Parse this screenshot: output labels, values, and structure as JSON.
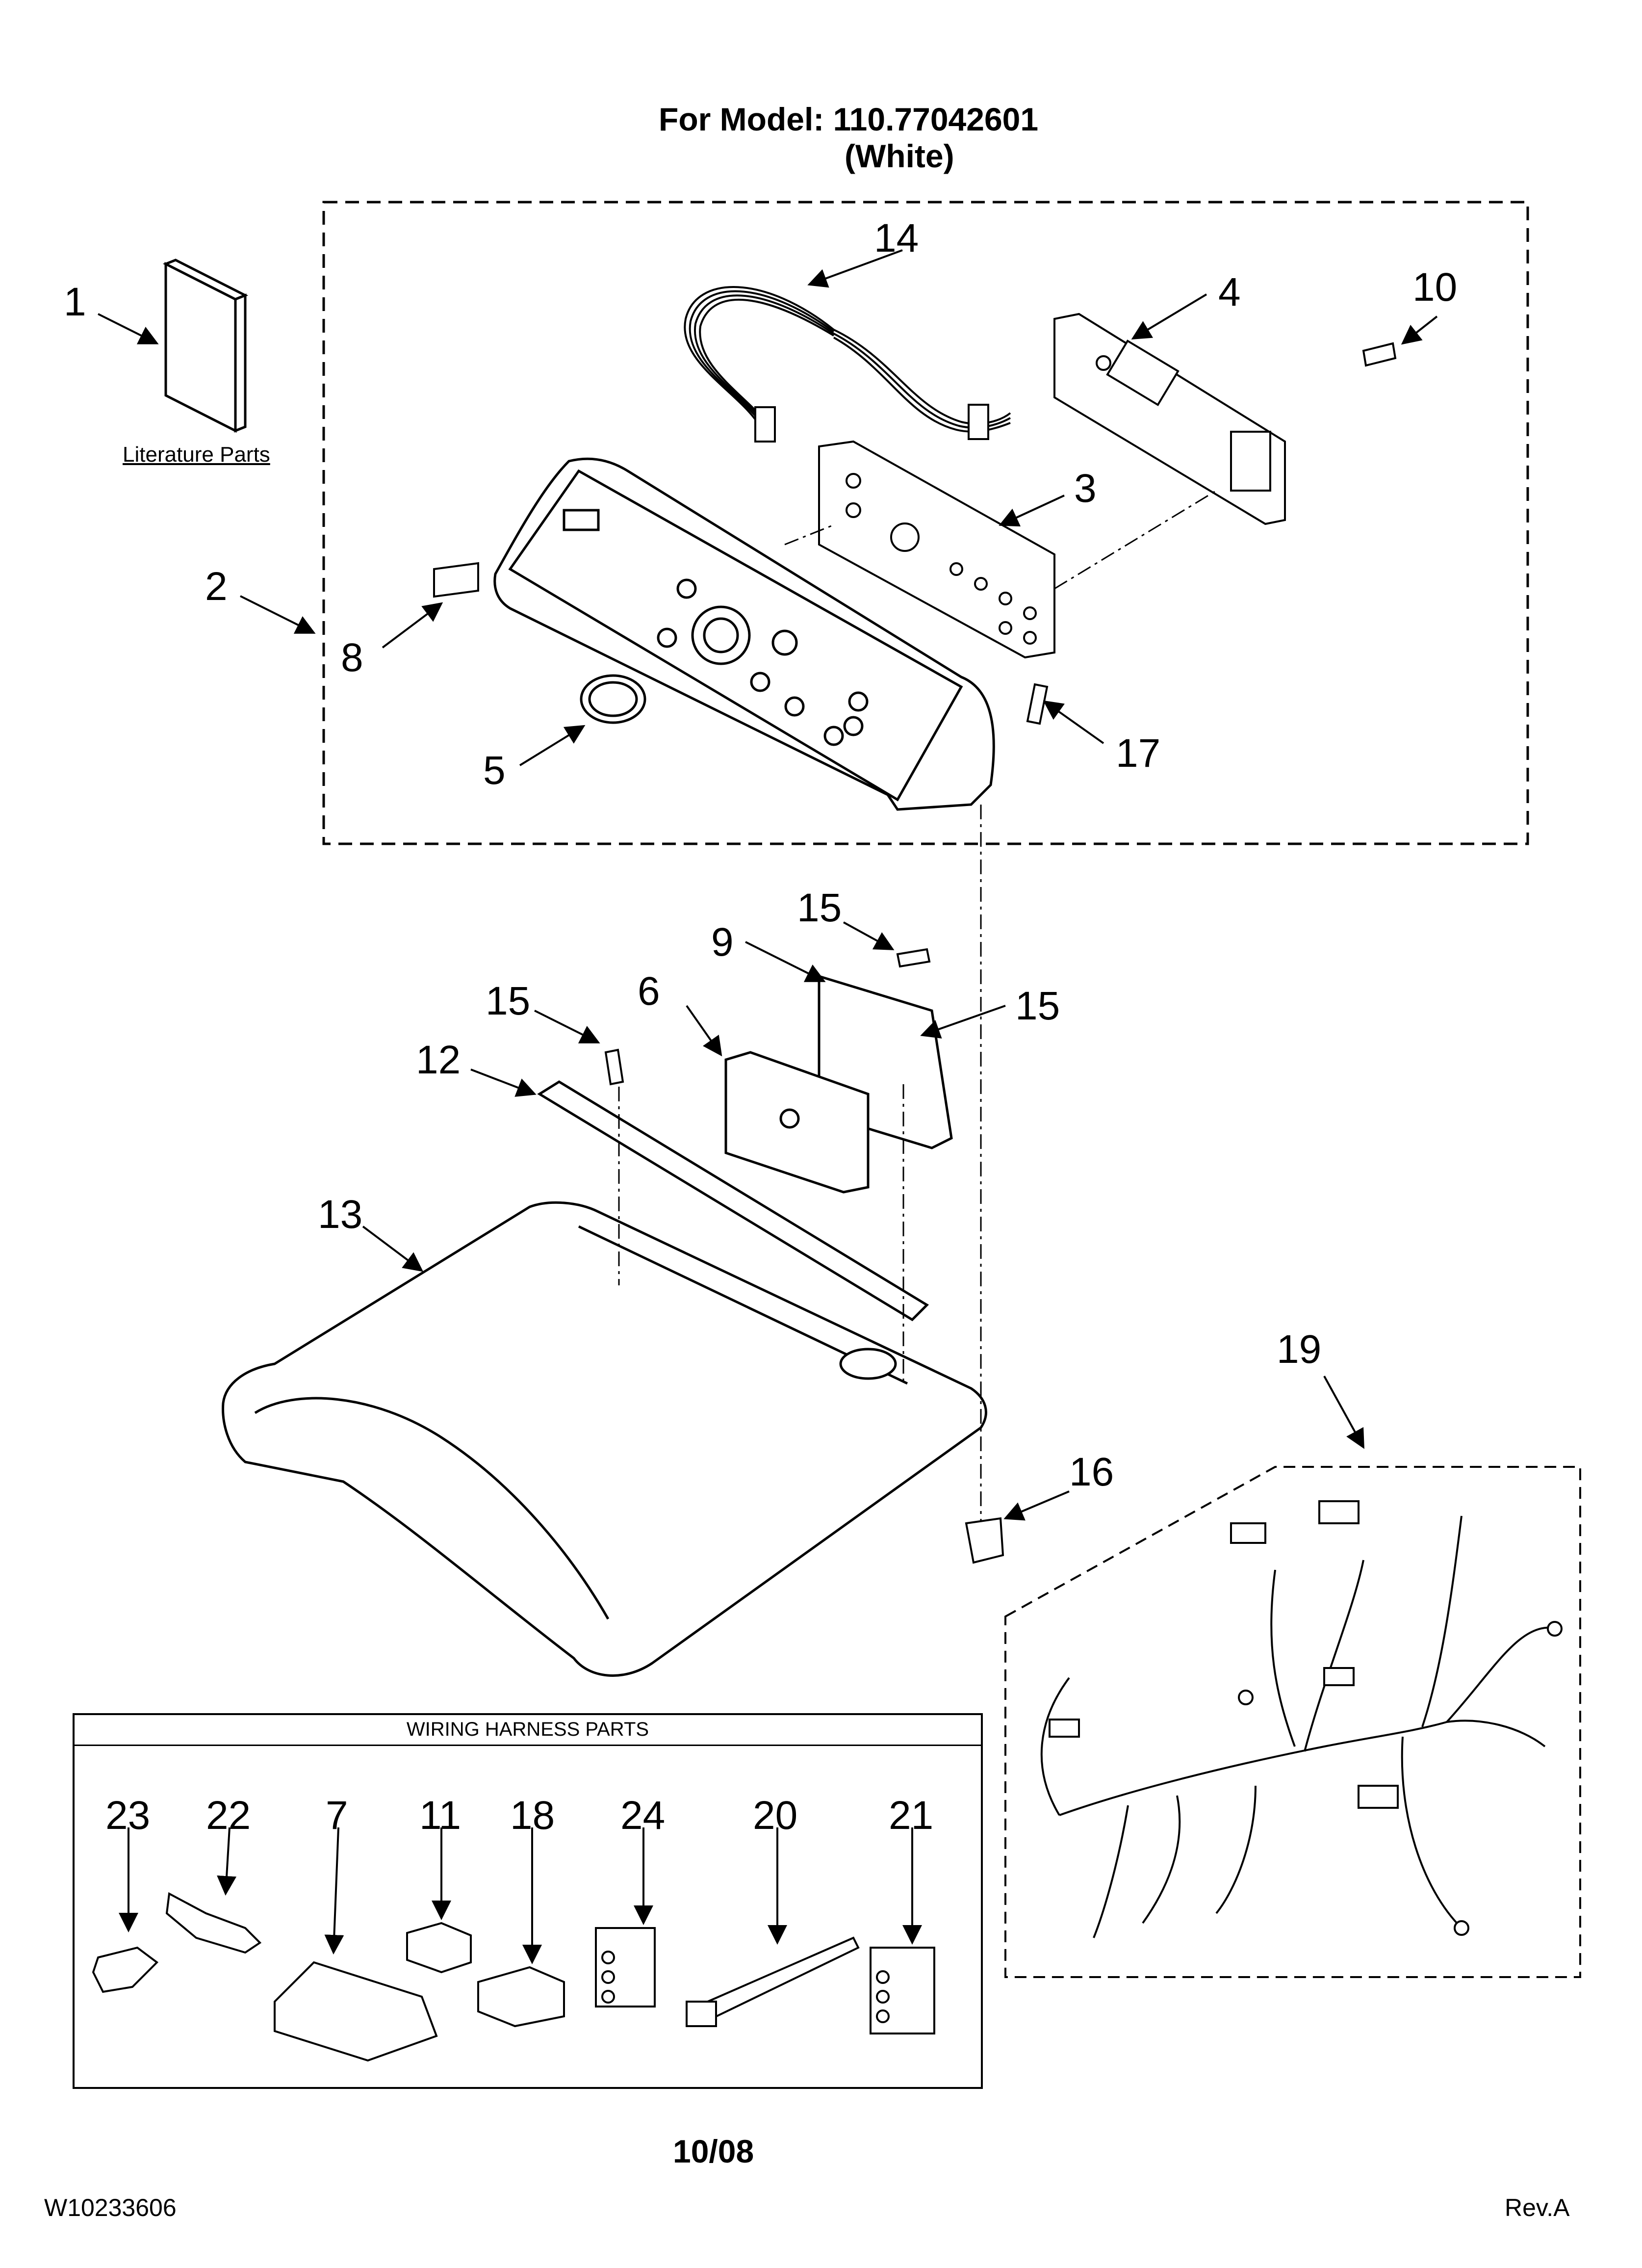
{
  "header": {
    "model_line": "For Model: 110.77042601",
    "color_line": "(White)"
  },
  "callouts": {
    "c1": "1",
    "c2": "2",
    "c3": "3",
    "c4": "4",
    "c5": "5",
    "c6": "6",
    "c7": "7",
    "c8": "8",
    "c9": "9",
    "c10": "10",
    "c11": "11",
    "c12": "12",
    "c13": "13",
    "c14": "14",
    "c15a": "15",
    "c15b": "15",
    "c15c": "15",
    "c16": "16",
    "c17": "17",
    "c18": "18",
    "c19": "19",
    "c20": "20",
    "c21": "21",
    "c22": "22",
    "c23": "23",
    "c24": "24"
  },
  "literature_label": "Literature Parts",
  "wiring_box_title": "WIRING HARNESS PARTS",
  "footer": {
    "date": "10/08",
    "doc_number": "W10233606",
    "revision": "Rev.A"
  }
}
